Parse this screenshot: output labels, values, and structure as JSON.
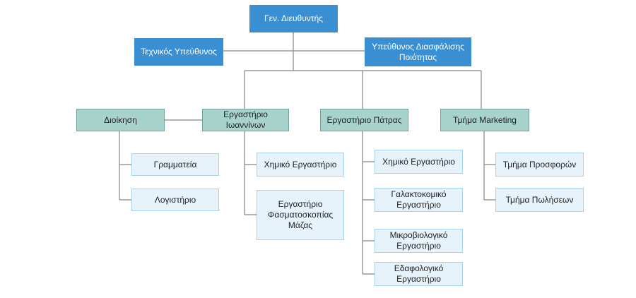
{
  "chart": {
    "top": {
      "general_director": "Γεν. Διευθυντής",
      "technical_manager": "Τεχνικός Υπεύθυνος",
      "quality_manager_line1": "Υπεύθυνος Διασφάλισης",
      "quality_manager_line2": "Ποιότητας"
    },
    "departments": {
      "administration": "Διοίκηση",
      "ioannina_lab_line1": "Εργαστήριο",
      "ioannina_lab_line2": "Ιωαννίνων",
      "patras_lab": "Εργαστήριο Πάτρας",
      "marketing": "Τμήμα Marketing"
    },
    "administration_units": {
      "secretariat": "Γραμματεία",
      "accounting": "Λογιστήριο"
    },
    "ioannina_units": {
      "chemical_lab": "Χημικό Εργαστήριο",
      "mass_spec_line1": "Εργαστήριο",
      "mass_spec_line2": "Φασματοσκοπίας",
      "mass_spec_line3": "Μάζας"
    },
    "patras_units": {
      "chemical_lab": "Χημικό Εργαστήριο",
      "dairy_line1": "Γαλακτοκομικό",
      "dairy_line2": "Εργαστήριο",
      "micro_line1": "Μικροβιολογικό",
      "micro_line2": "Εργαστήριο",
      "soil_line1": "Εδαφολογικό",
      "soil_line2": "Εργαστήριο"
    },
    "marketing_units": {
      "offers": "Τμήμα Προσφορών",
      "sales": "Τμήμα Πωλήσεων"
    },
    "colors": {
      "top_level": "#3a8fd3",
      "department": "#a8d3cd",
      "unit": "#e7f3fb",
      "connector": "#9a9a9a"
    }
  }
}
